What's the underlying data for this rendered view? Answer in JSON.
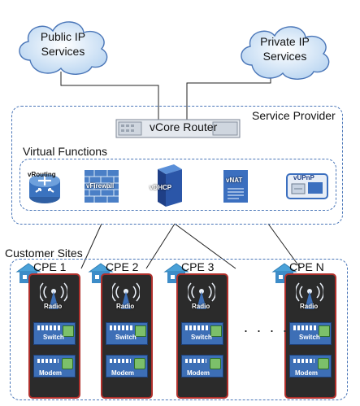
{
  "clouds": [
    {
      "line1": "Public IP",
      "line2": "Services"
    },
    {
      "line1": "Private IP",
      "line2": "Services"
    }
  ],
  "router": {
    "label": "vCore Router"
  },
  "service_provider_label": "Service Provider",
  "virtual_functions_label": "Virtual Functions",
  "virtual_functions": [
    {
      "label": "vRouting",
      "icon": "router-disc-icon"
    },
    {
      "label": "vFirewall",
      "icon": "firewall-icon"
    },
    {
      "label": "vDHCP",
      "icon": "server-icon"
    },
    {
      "label": "vNAT",
      "icon": "document-icon"
    },
    {
      "label": "vUPnP",
      "icon": "upnp-device-icon"
    }
  ],
  "customer_sites_label": "Customer Sites",
  "cpes": [
    {
      "label": "CPE 1",
      "radio": "Radio",
      "switch": "Switch",
      "modem": "Modem"
    },
    {
      "label": "CPE 2",
      "radio": "Radio",
      "switch": "Switch",
      "modem": "Modem"
    },
    {
      "label": "CPE 3",
      "radio": "Radio",
      "switch": "Switch",
      "modem": "Modem"
    },
    {
      "label": "CPE N",
      "radio": "Radio",
      "switch": "Switch",
      "modem": "Modem"
    }
  ],
  "ellipsis": ". . . .",
  "colors": {
    "dashed_border": "#4a76b8",
    "cpe_border": "#b0302c",
    "device_blue": "#3d6fb6",
    "cloud_fill": "#cfe3f7"
  }
}
